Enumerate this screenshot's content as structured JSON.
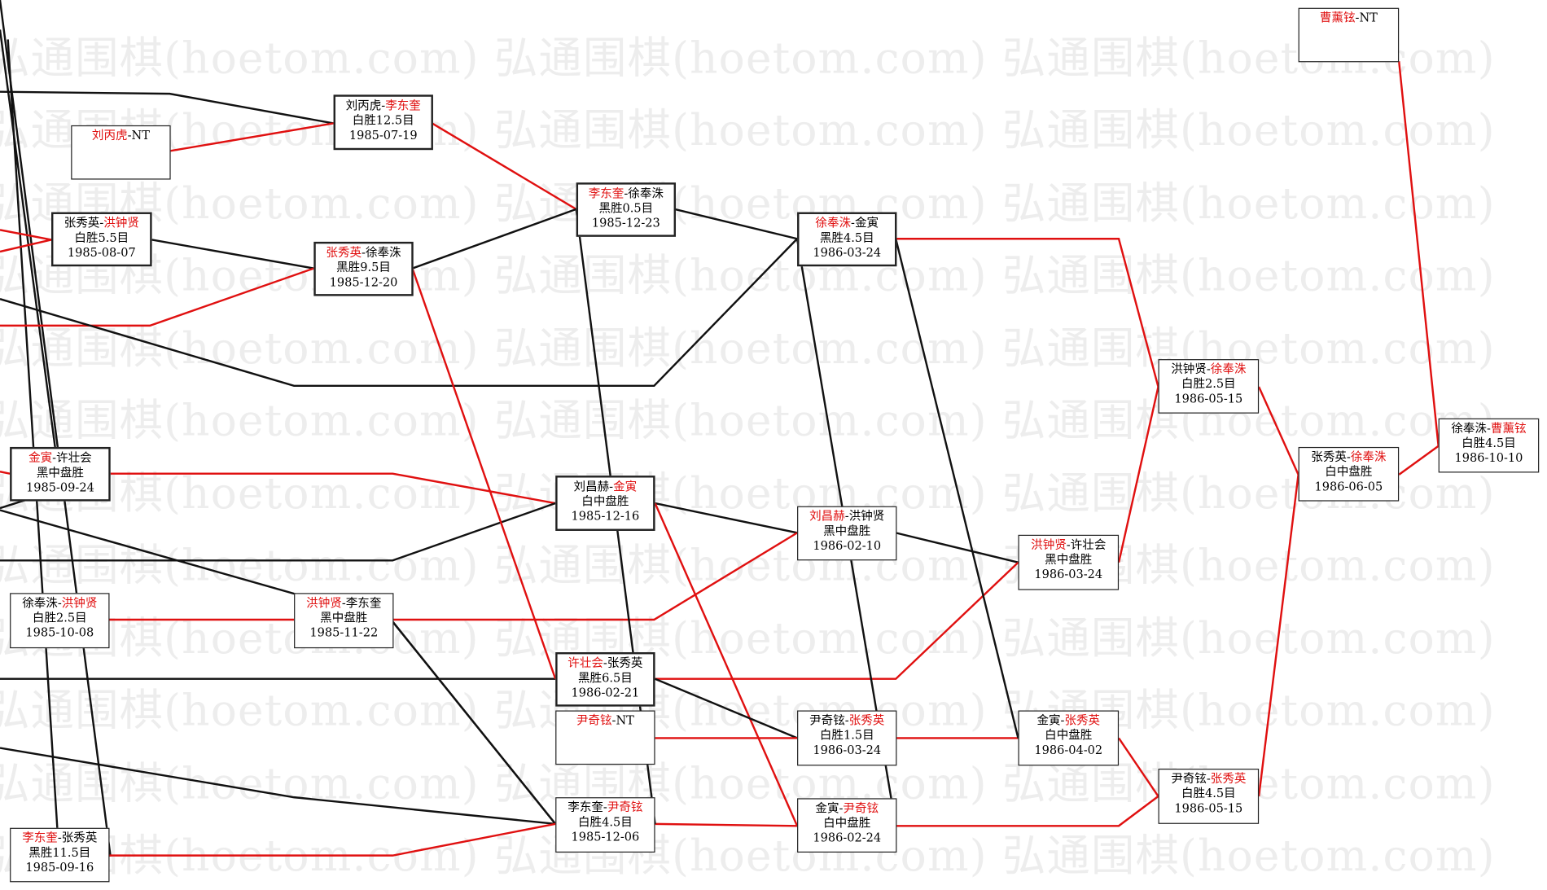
{
  "watermark": "弘通围棋(hoetom.com)",
  "colors": {
    "win_line": "#e01010",
    "loss_line": "#111111",
    "winner_name": "#e01010"
  },
  "nodes": [
    {
      "id": "n1",
      "a": "刘丙虎",
      "sep": "-",
      "b": "李东奎",
      "winner": "b",
      "result": "白胜12.5目",
      "date": "1985-07-19"
    },
    {
      "id": "n2",
      "a": "刘丙虎",
      "sep": "-",
      "b": "NT",
      "winner": "a",
      "result": "",
      "date": ""
    },
    {
      "id": "n3",
      "a": "张秀英",
      "sep": "-",
      "b": "洪钟贤",
      "winner": "b",
      "result": "白胜5.5目",
      "date": "1985-08-07"
    },
    {
      "id": "n4",
      "a": "张秀英",
      "sep": "-",
      "b": "徐奉洙",
      "winner": "a",
      "result": "黑胜9.5目",
      "date": "1985-12-20"
    },
    {
      "id": "n5",
      "a": "李东奎",
      "sep": "-",
      "b": "徐奉洙",
      "winner": "a",
      "result": "黑胜0.5目",
      "date": "1985-12-23"
    },
    {
      "id": "n6",
      "a": "徐奉洙",
      "sep": "-",
      "b": "金寅",
      "winner": "a",
      "result": "黑胜4.5目",
      "date": "1986-03-24"
    },
    {
      "id": "n7",
      "a": "曹薰铉",
      "sep": "-",
      "b": "NT",
      "winner": "a",
      "result": "",
      "date": ""
    },
    {
      "id": "n8",
      "a": "洪钟贤",
      "sep": "-",
      "b": "徐奉洙",
      "winner": "b",
      "result": "白胜2.5目",
      "date": "1986-05-15"
    },
    {
      "id": "n9",
      "a": "张秀英",
      "sep": "-",
      "b": "徐奉洙",
      "winner": "b",
      "result": "白中盘胜",
      "date": "1986-06-05"
    },
    {
      "id": "n10",
      "a": "徐奉洙",
      "sep": "-",
      "b": "曹薰铉",
      "winner": "b",
      "result": "白胜4.5目",
      "date": "1986-10-10"
    },
    {
      "id": "n11",
      "a": "金寅",
      "sep": "-",
      "b": "许壮会",
      "winner": "a",
      "result": "黑中盘胜",
      "date": "1985-09-24"
    },
    {
      "id": "n12",
      "a": "刘昌赫",
      "sep": "-",
      "b": "金寅",
      "winner": "b",
      "result": "白中盘胜",
      "date": "1985-12-16"
    },
    {
      "id": "n13",
      "a": "刘昌赫",
      "sep": "-",
      "b": "洪钟贤",
      "winner": "a",
      "result": "黑中盘胜",
      "date": "1986-02-10"
    },
    {
      "id": "n14",
      "a": "洪钟贤",
      "sep": "-",
      "b": "许壮会",
      "winner": "a",
      "result": "黑中盘胜",
      "date": "1986-03-24"
    },
    {
      "id": "n15",
      "a": "徐奉洙",
      "sep": "-",
      "b": "洪钟贤",
      "winner": "b",
      "result": "白胜2.5目",
      "date": "1985-10-08"
    },
    {
      "id": "n16",
      "a": "洪钟贤",
      "sep": "-",
      "b": "李东奎",
      "winner": "a",
      "result": "黑中盘胜",
      "date": "1985-11-22"
    },
    {
      "id": "n17",
      "a": "许壮会",
      "sep": "-",
      "b": "张秀英",
      "winner": "a",
      "result": "黑胜6.5目",
      "date": "1986-02-21"
    },
    {
      "id": "n18",
      "a": "尹奇铉",
      "sep": "-",
      "b": "NT",
      "winner": "a",
      "result": "",
      "date": ""
    },
    {
      "id": "n19",
      "a": "尹奇铉",
      "sep": "-",
      "b": "张秀英",
      "winner": "b",
      "result": "白胜1.5目",
      "date": "1986-03-24"
    },
    {
      "id": "n20",
      "a": "金寅",
      "sep": "-",
      "b": "张秀英",
      "winner": "b",
      "result": "白中盘胜",
      "date": "1986-04-02"
    },
    {
      "id": "n21",
      "a": "李东奎",
      "sep": "-",
      "b": "尹奇铉",
      "winner": "b",
      "result": "白胜4.5目",
      "date": "1985-12-06"
    },
    {
      "id": "n22",
      "a": "金寅",
      "sep": "-",
      "b": "尹奇铉",
      "winner": "b",
      "result": "白中盘胜",
      "date": "1986-02-24"
    },
    {
      "id": "n23",
      "a": "尹奇铉",
      "sep": "-",
      "b": "张秀英",
      "winner": "b",
      "result": "白胜4.5目",
      "date": "1986-05-15"
    },
    {
      "id": "n24",
      "a": "李东奎",
      "sep": "-",
      "b": "张秀英",
      "winner": "a",
      "result": "黑胜11.5目",
      "date": "1985-09-16"
    }
  ]
}
